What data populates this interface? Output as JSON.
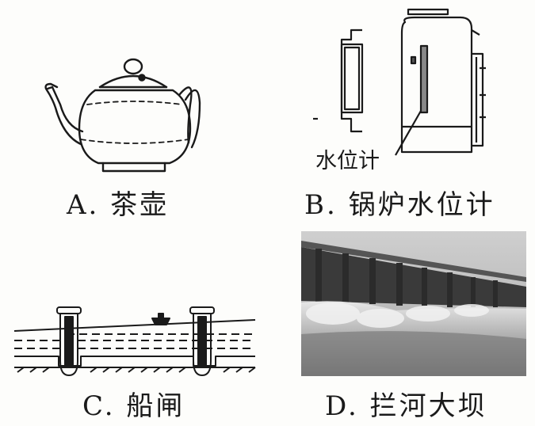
{
  "items": [
    {
      "id": "A",
      "caption": "A. 茶壶"
    },
    {
      "id": "B",
      "caption": "B. 锅炉水位计",
      "inner_label": "水位计"
    },
    {
      "id": "C",
      "caption": "C. 船闸"
    },
    {
      "id": "D",
      "caption": "D. 拦河大坝"
    }
  ]
}
